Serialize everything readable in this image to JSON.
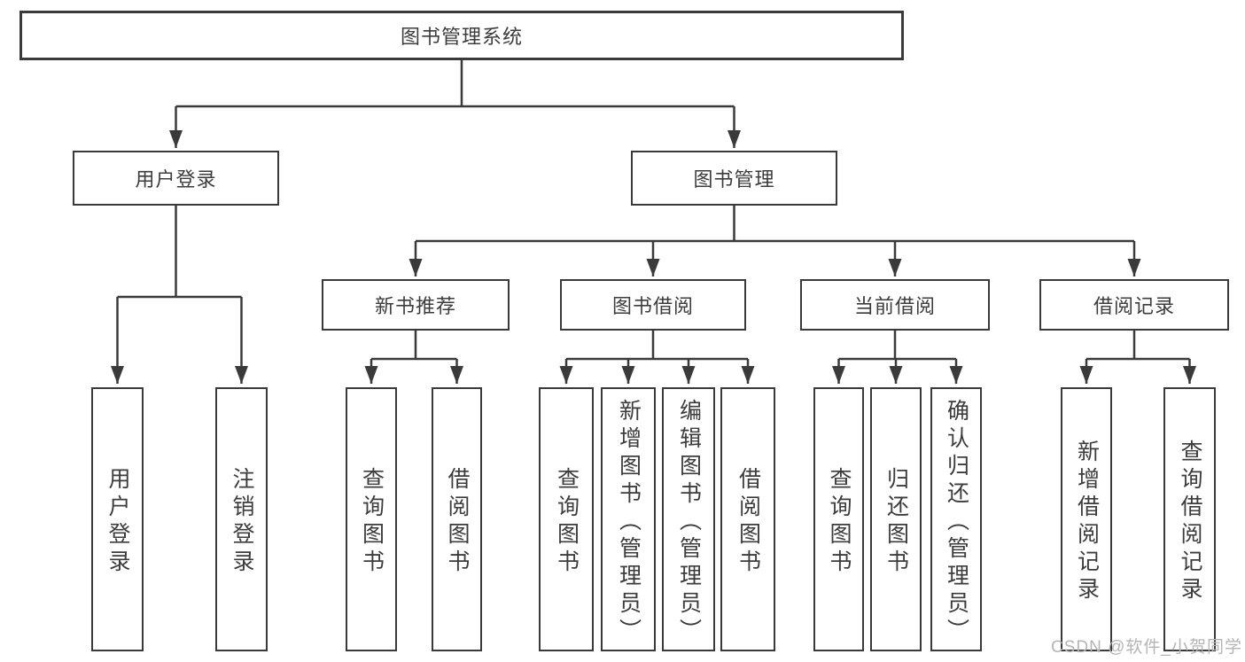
{
  "diagram": {
    "root": {
      "label": "图书管理系统",
      "children": [
        {
          "label": "用户登录",
          "children": [
            {
              "label": "用户登录"
            },
            {
              "label": "注销登录"
            }
          ]
        },
        {
          "label": "图书管理",
          "children": [
            {
              "label": "新书推荐",
              "children": [
                {
                  "label": "查询图书"
                },
                {
                  "label": "借阅图书"
                }
              ]
            },
            {
              "label": "图书借阅",
              "children": [
                {
                  "label": "查询图书"
                },
                {
                  "label": "新增图书（管理员）"
                },
                {
                  "label": "编辑图书（管理员）"
                },
                {
                  "label": "借阅图书"
                }
              ]
            },
            {
              "label": "当前借阅",
              "children": [
                {
                  "label": "查询图书"
                },
                {
                  "label": "归还图书"
                },
                {
                  "label": "确认归还（管理员）"
                }
              ]
            },
            {
              "label": "借阅记录",
              "children": [
                {
                  "label": "新增借阅记录"
                },
                {
                  "label": "查询借阅记录"
                }
              ]
            }
          ]
        }
      ]
    }
  },
  "watermark": {
    "text": "CSDN @软件_小贺同学"
  },
  "colors": {
    "line": "#3a3a3a",
    "text": "#3c3c3c",
    "watermark": "#b5b5b5",
    "background": "#ffffff"
  }
}
